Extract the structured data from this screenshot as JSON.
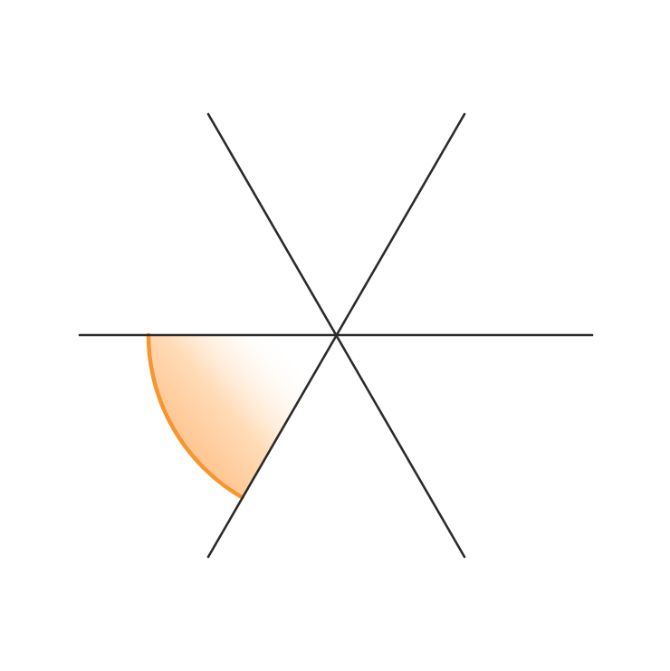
{
  "diagram": {
    "type": "angle-diagram",
    "lines": [
      {
        "name": "horizontal-line",
        "angle_deg": 0
      },
      {
        "name": "diagonal-line-60",
        "angle_deg": 60
      },
      {
        "name": "diagonal-line-120",
        "angle_deg": 120
      }
    ],
    "shaded_sector": {
      "from_angle_deg": 180,
      "to_angle_deg": 240,
      "angle_deg": 60,
      "fill_color": "#ffb978",
      "arc_color": "#f7962f"
    },
    "line_color": "#2b2b2b",
    "background": "#ffffff"
  }
}
